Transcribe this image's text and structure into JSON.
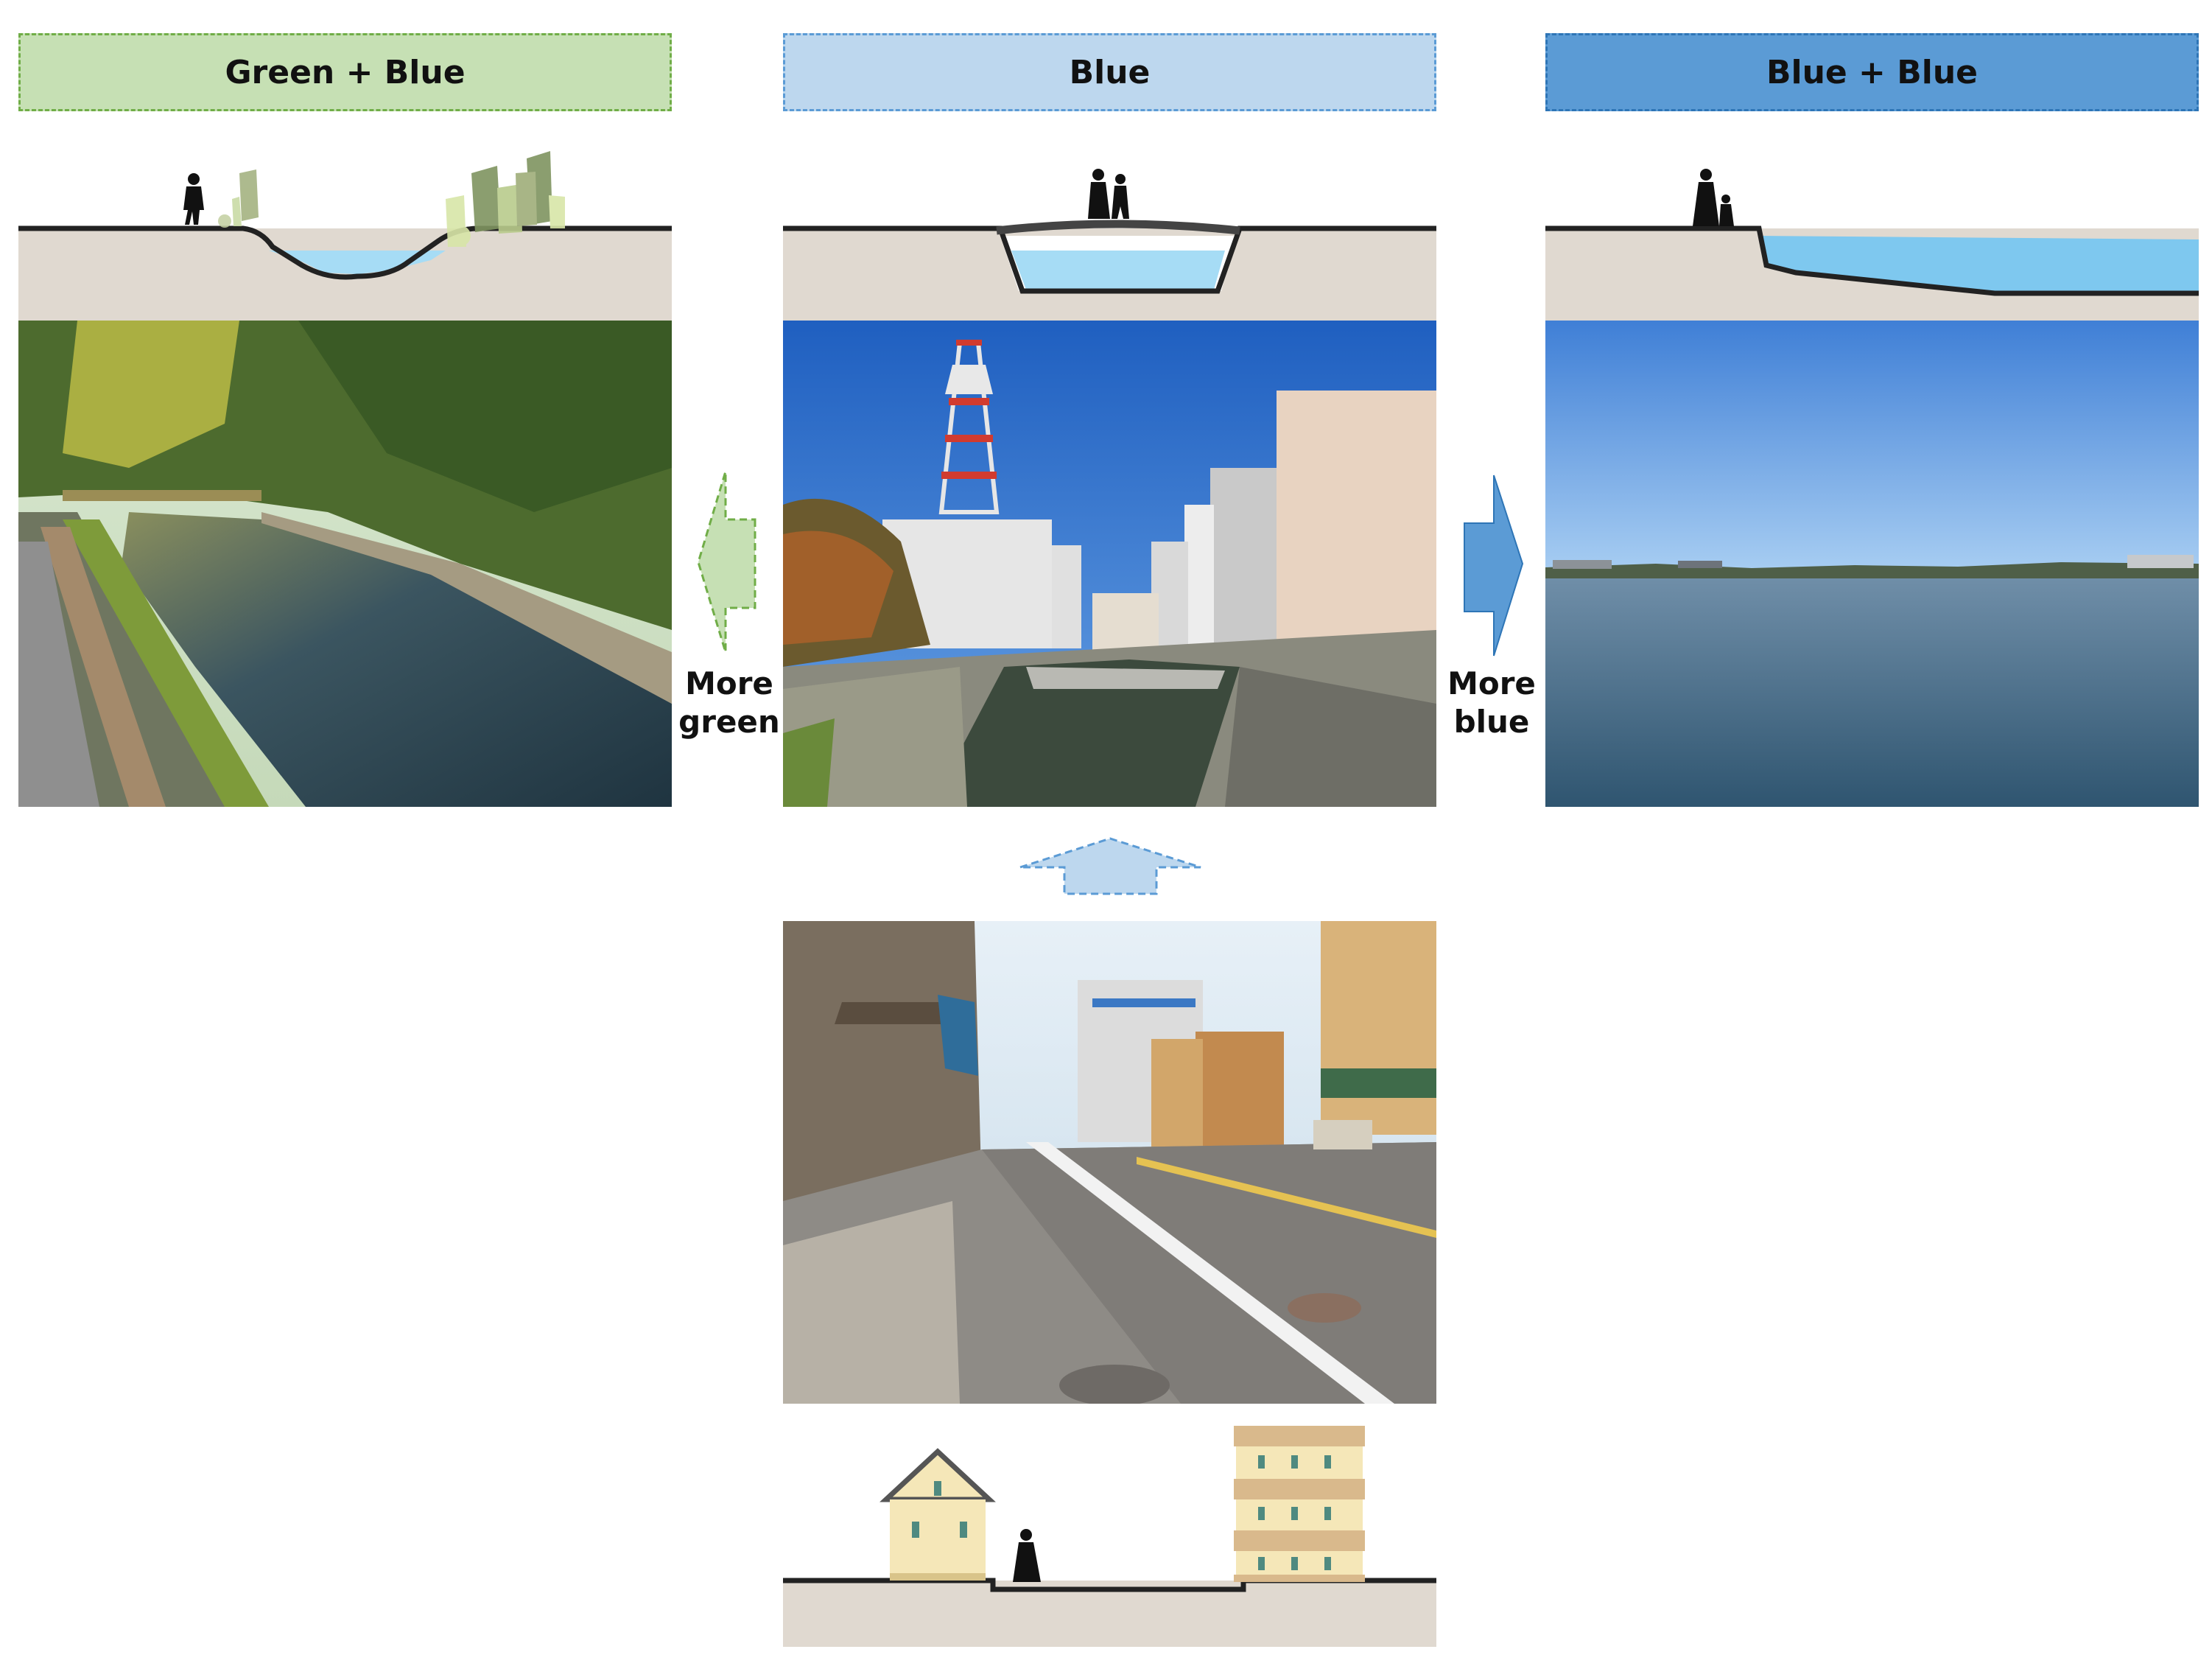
{
  "panels": {
    "green_blue": {
      "title": "Green + Blue"
    },
    "blue": {
      "title": "Blue"
    },
    "blue_blue": {
      "title": "Blue + Blue"
    }
  },
  "arrows": {
    "left": {
      "label_line1": "More",
      "label_line2": "green"
    },
    "right": {
      "label_line1": "More",
      "label_line2": "blue"
    }
  },
  "colors": {
    "green_header": "#c6e0b4",
    "blue_header": "#bdd7ee",
    "blue_blue_header": "#5b9bd5",
    "ground": "#e0d9d0",
    "water": "#a6dcf5"
  }
}
